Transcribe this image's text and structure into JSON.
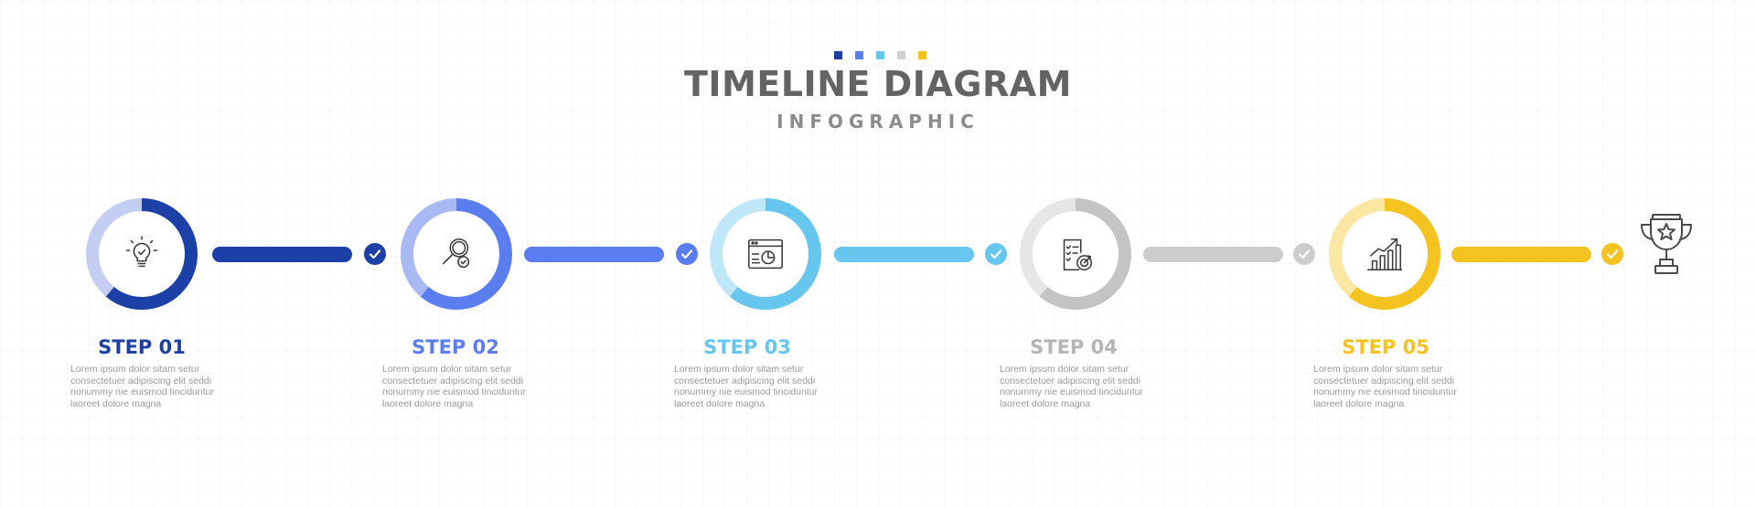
{
  "header": {
    "title": "TIMELINE DIAGRAM",
    "subtitle": "INFOGRAPHIC",
    "dot_colors": [
      "#1f3f9c",
      "#5a7ef0",
      "#66c6ee",
      "#cfcfcf",
      "#f4c320"
    ]
  },
  "steps": [
    {
      "title": "STEP 01",
      "color": "#1d40a6",
      "light": "#c3cef2",
      "icon": "lightbulb-icon",
      "text": [
        "Lorem ipsum dolor sitam setur",
        "consectetuer adipiscing elit seddi",
        "nonummy nie euismod tinciduntur",
        "laoreet dolore magna"
      ]
    },
    {
      "title": "STEP 02",
      "color": "#5a7ef0",
      "light": "#a8b9f3",
      "icon": "magnifier-check-icon",
      "text": [
        "Lorem ipsum dolor sitam setur",
        "consectetuer adipiscing elit seddi",
        "nonummy nie euismod tinciduntur",
        "laoreet dolore magna"
      ]
    },
    {
      "title": "STEP 03",
      "color": "#66c6ee",
      "light": "#bfe7f8",
      "icon": "browser-analytics-icon",
      "text": [
        "Lorem ipsum dolor sitam setur",
        "consectetuer adipiscing elit seddi",
        "nonummy nie euismod tinciduntur",
        "laoreet dolore magna"
      ]
    },
    {
      "title": "STEP 04",
      "color": "#c4c4c4",
      "light": "#e6e6e6",
      "icon": "checklist-target-icon",
      "text": [
        "Lorem ipsum dolor sitam setur",
        "consectetuer adipiscing elit seddi",
        "nonummy nie euismod tinciduntur",
        "laoreet dolore magna"
      ]
    },
    {
      "title": "STEP 05",
      "color": "#f4c320",
      "light": "#fbe6a4",
      "icon": "growth-chart-icon",
      "text": [
        "Lorem ipsum dolor sitam setur",
        "consectetuer adipiscing elit seddi",
        "nonummy nie euismod tinciduntur",
        "laoreet dolore magna"
      ]
    }
  ],
  "end_icon": "trophy-star-icon"
}
